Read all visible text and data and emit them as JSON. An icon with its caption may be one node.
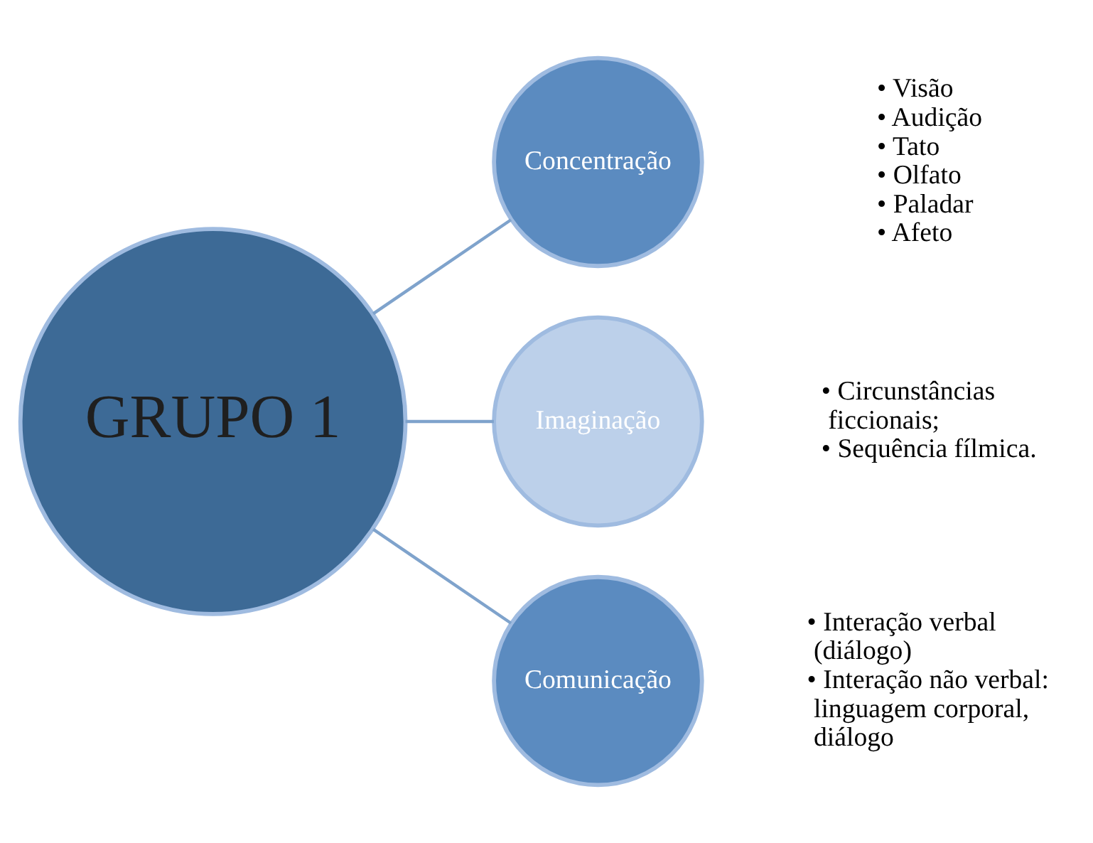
{
  "diagram": {
    "nodes": [
      {
        "text": [
          "GRUPO 1"
        ]
      },
      {
        "text": [
          "Concentração"
        ],
        "beside": [
          "• Visão",
          "• Audição",
          "• Tato",
          "• Olfato",
          "• Paladar",
          "• Afeto"
        ]
      },
      {
        "text": [
          "Imaginação"
        ],
        "beside": [
          "• Circunstâncias ficcionais;",
          "• Sequência fílmica."
        ]
      },
      {
        "text": [
          "Comunicação"
        ],
        "beside": [
          "• Interação verbal (diálogo)",
          "• Interação não verbal: linguagem corporal, diálogo"
        ]
      }
    ],
    "edges": [
      {
        "from": 0,
        "to": 1,
        "arrow": "none"
      },
      {
        "from": 0,
        "to": 2,
        "arrow": "none"
      },
      {
        "from": 0,
        "to": 3,
        "arrow": "none"
      }
    ]
  }
}
